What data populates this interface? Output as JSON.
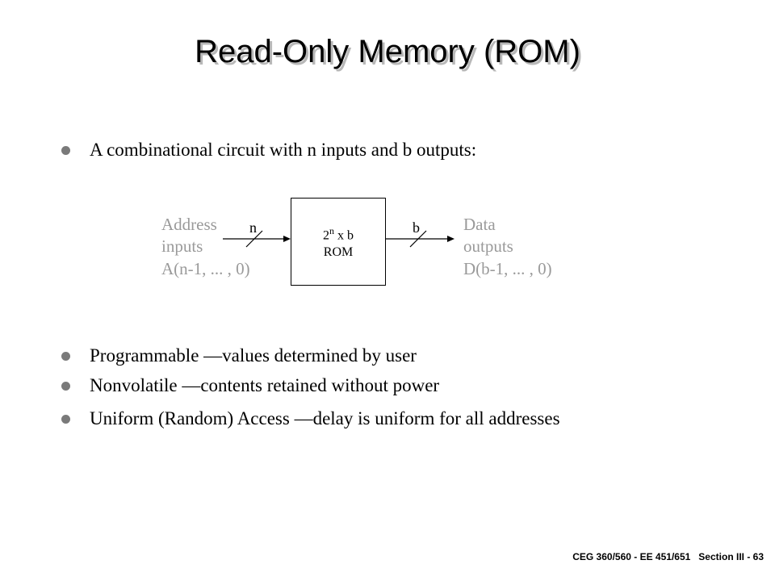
{
  "title": "Read-Only Memory (ROM)",
  "intro_bullet": "A combinational circuit with n inputs and b outputs:",
  "diagram": {
    "address_label": [
      "Address",
      "inputs",
      "A(n-1, ... , 0)"
    ],
    "input_width": "n",
    "rom_line1_base": "2",
    "rom_line1_sup": "n",
    "rom_line1_rest": " x b",
    "rom_line2": "ROM",
    "output_width": "b",
    "data_label": [
      "Data",
      "outputs",
      "D(b-1, ... , 0)"
    ]
  },
  "bullets": [
    "Programmable —values determined by user",
    "Nonvolatile —contents retained without power",
    "Uniform (Random) Access —delay is uniform for all addresses"
  ],
  "footer": "CEG 360/560 - EE 451/651   Section III - 63"
}
